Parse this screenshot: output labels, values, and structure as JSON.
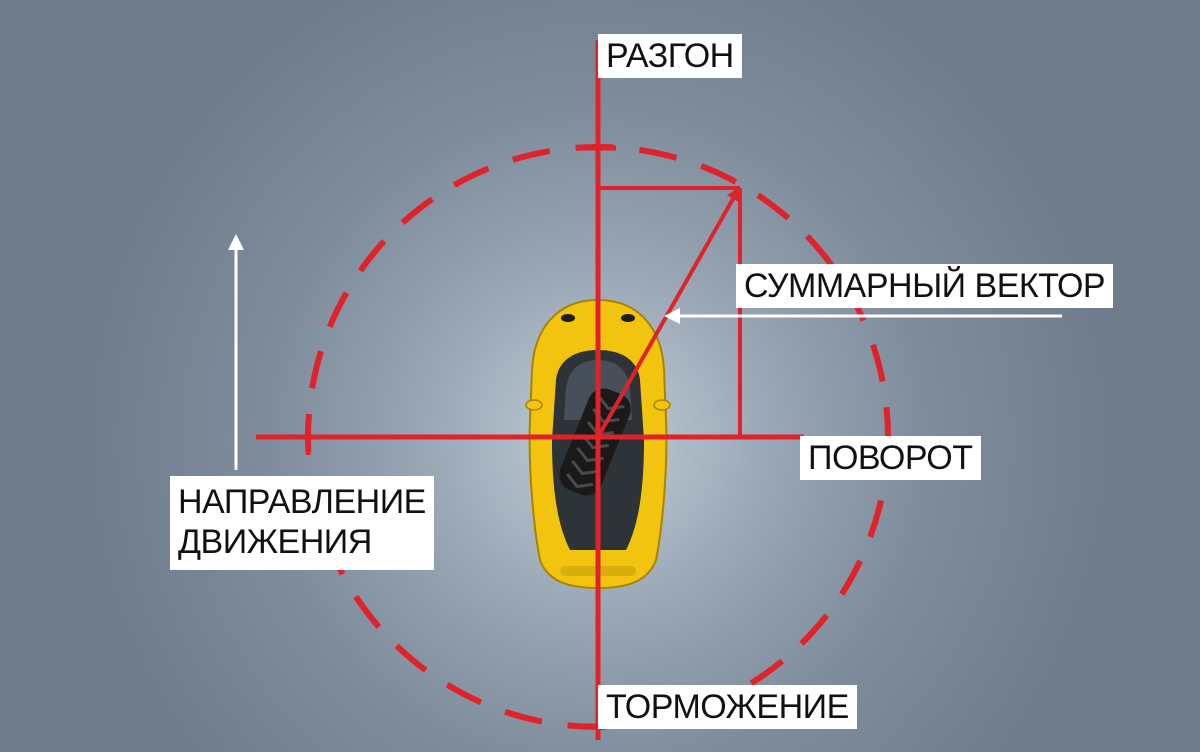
{
  "labels": {
    "acceleration": "РАЗГОН",
    "total_vector": "СУММАРНЫЙ ВЕКТОР",
    "turn": "ПОВОРОТ",
    "direction_line1": "НАПРАВЛЕНИЕ",
    "direction_line2": "ДВИЖЕНИЯ",
    "braking": "ТОРМОЖЕНИЕ"
  },
  "colors": {
    "axis": "#e0232a",
    "circle": "#e0232a",
    "car_body": "#f2c40f",
    "tire": "#1a1a1a",
    "arrow_white": "#ffffff",
    "background": "#6e7c8c"
  },
  "icons": {
    "car": "sports-car-top-view-icon",
    "tire": "tire-icon"
  }
}
